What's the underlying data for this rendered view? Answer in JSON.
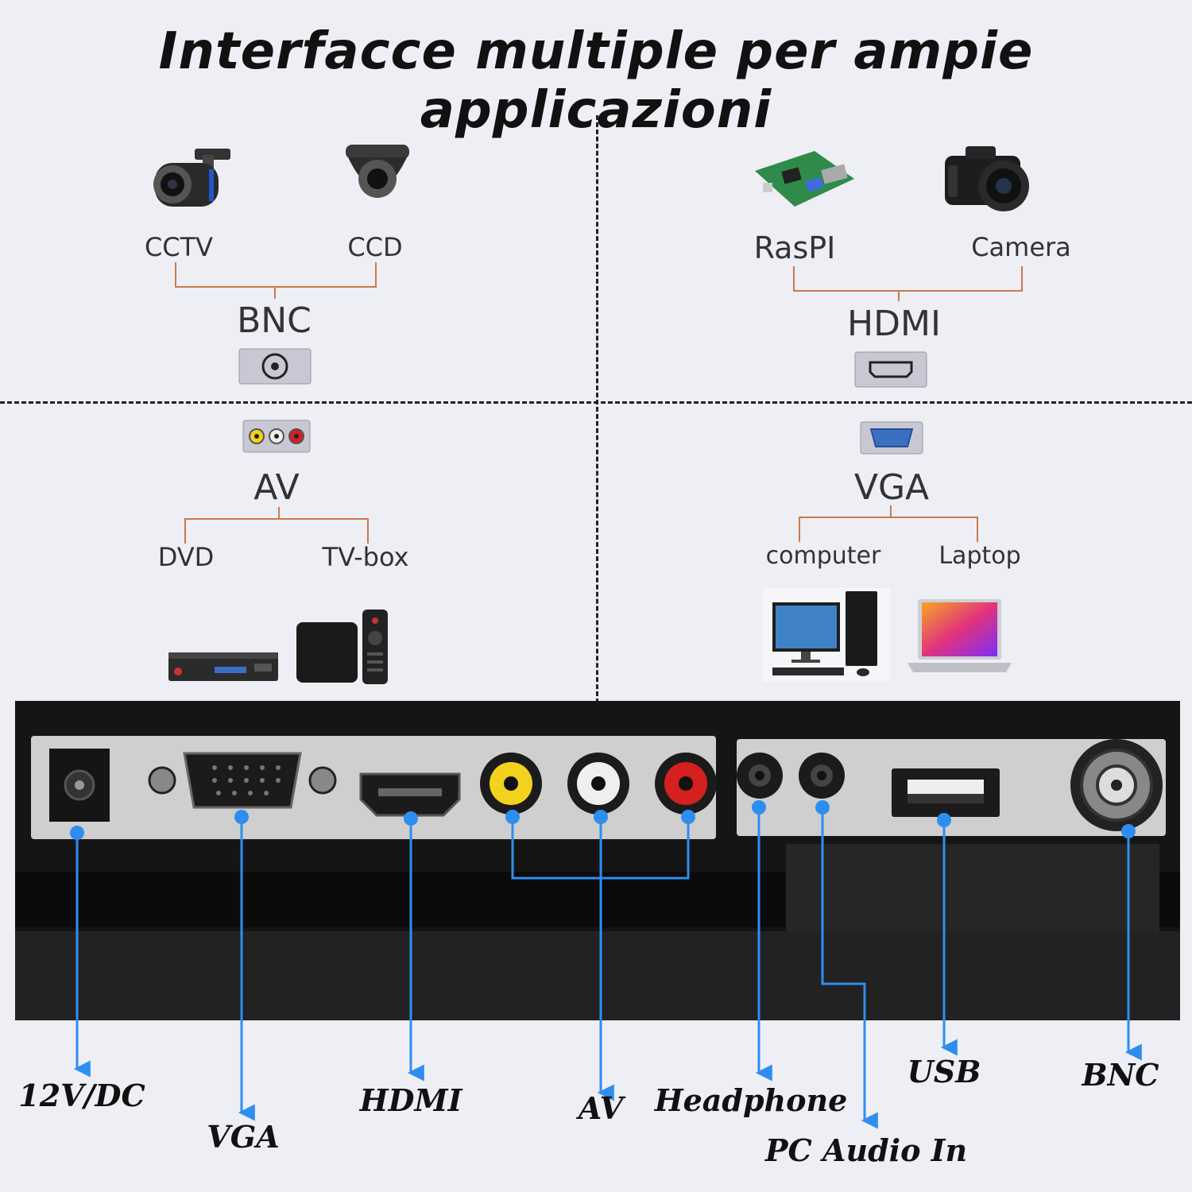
{
  "title": "Interfacce multiple per ampie applicazioni",
  "quadrants": {
    "bnc": {
      "port": "BNC",
      "devices": [
        "CCTV",
        "CCD"
      ]
    },
    "hdmi": {
      "port": "HDMI",
      "devices": [
        "RasPI",
        "Camera"
      ]
    },
    "av": {
      "port": "AV",
      "devices": [
        "DVD",
        "TV-box"
      ]
    },
    "vga": {
      "port": "VGA",
      "devices": [
        "computer",
        "Laptop"
      ]
    }
  },
  "panel_ports": [
    "12V/DC",
    "VGA",
    "HDMI",
    "AV",
    "Headphone",
    "PC Audio In",
    "USB",
    "BNC"
  ],
  "colors": {
    "callout": "#2e8ef0",
    "bracket": "#c97a4a",
    "background": "#eeeef5"
  }
}
